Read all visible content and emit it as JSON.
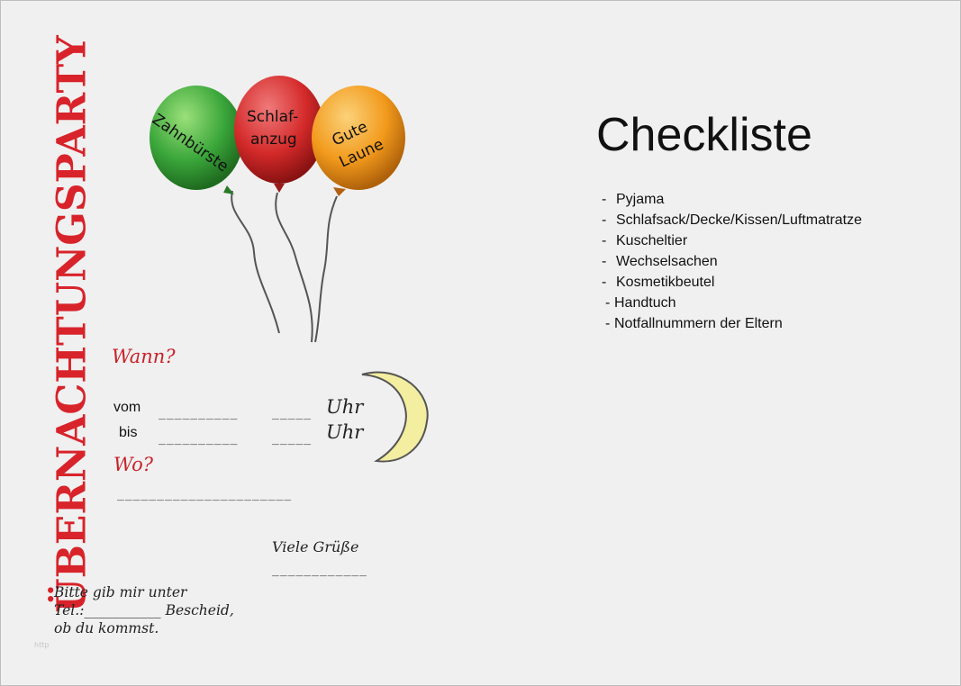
{
  "title_vertical": "ÜBERNACHTUNGSPARTY",
  "balloons": [
    {
      "label": "Zahnbürste",
      "color": "#3aa63a"
    },
    {
      "label_line1": "Schlaf-",
      "label_line2": "anzug",
      "color": "#d42a2a"
    },
    {
      "label_line1": "Gute",
      "label_line2": "Laune",
      "color": "#f29a1c"
    }
  ],
  "invitation": {
    "when_heading": "Wann?",
    "from_label": "vom",
    "to_label": "bis",
    "date_blank": "__________",
    "time_blank": "_____",
    "time_unit": "Uhr",
    "where_heading": "Wo?",
    "where_blank": "______________________",
    "greetings": "Viele Grüße",
    "greetings_blank": "____________",
    "reply_line1": "Bitte gib mir unter",
    "reply_line2": "Tel.:___________ Bescheid,",
    "reply_line3": "ob du kommst."
  },
  "watermark": "http",
  "checklist": {
    "title": "Checkliste",
    "items": [
      "Pyjama",
      "Schlafsack/Decke/Kissen/Luftmatratze",
      "Kuscheltier",
      "Wechselsachen",
      "Kosmetikbeutel",
      "Handtuch",
      "Notfallnummern der Eltern"
    ],
    "bullet": "-"
  },
  "colors": {
    "title_red": "#d8232a",
    "heading_red": "#c8232a",
    "moon_fill": "#f3eea0",
    "background": "#f0f0f0"
  }
}
